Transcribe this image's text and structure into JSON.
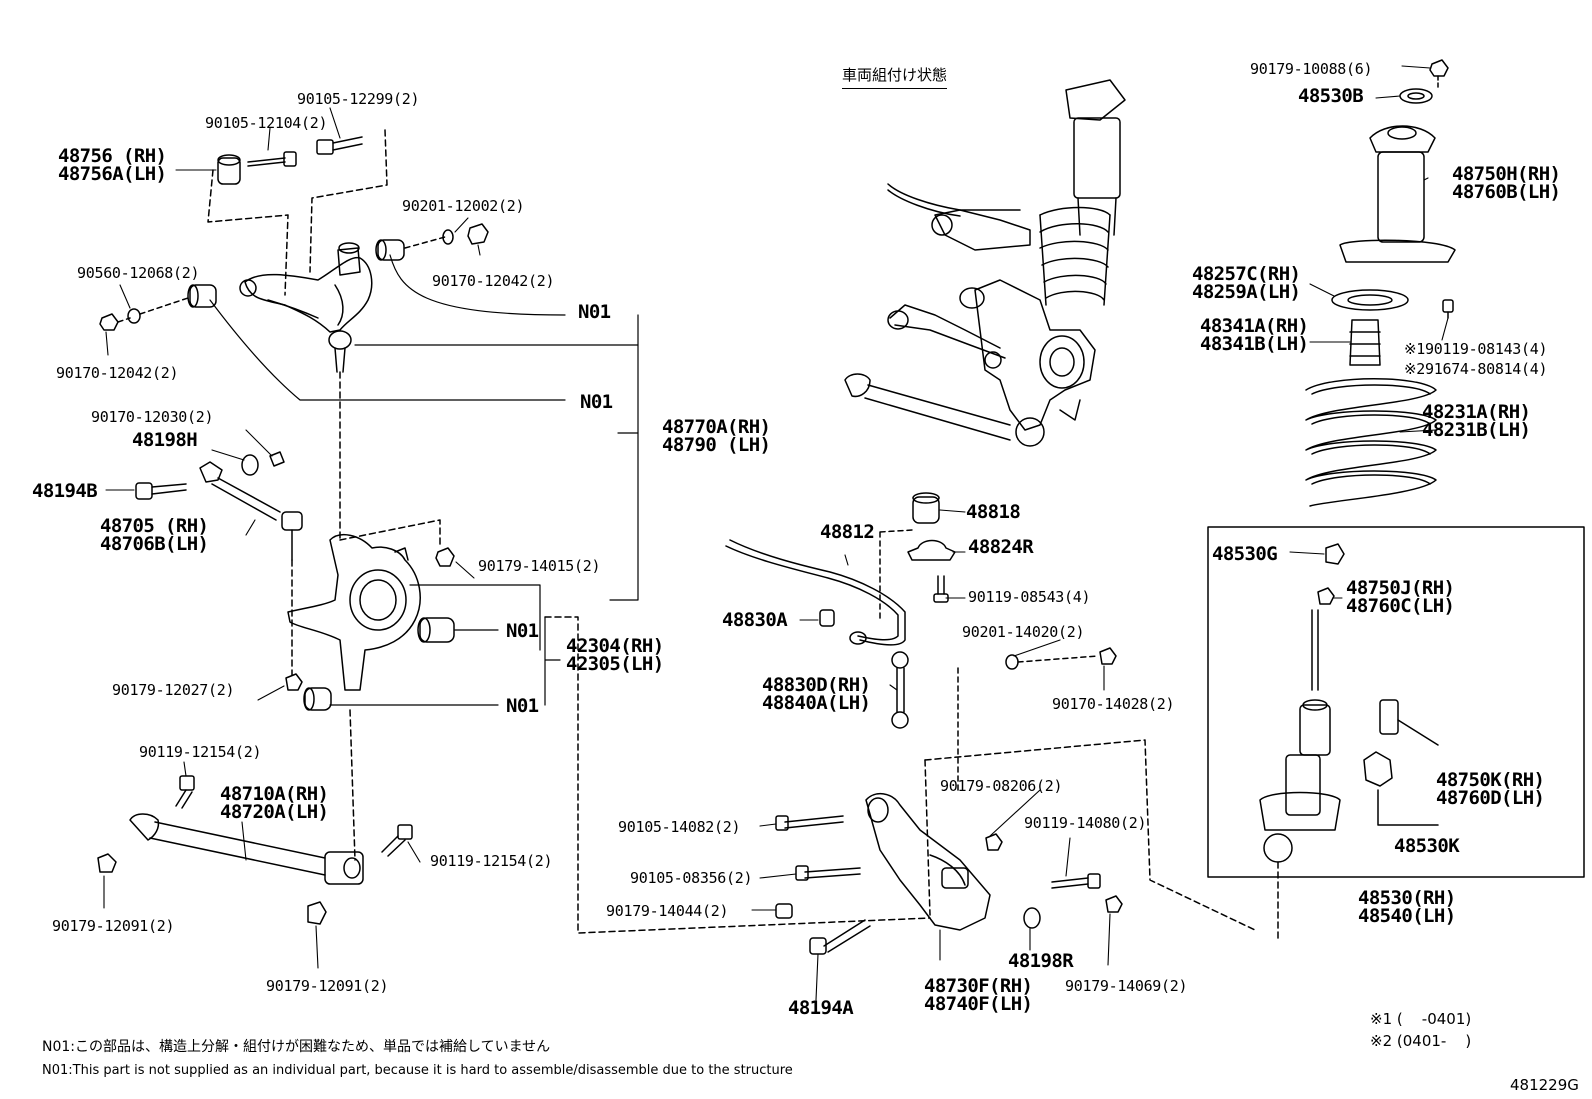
{
  "title": "車両組付け状態",
  "labels": {
    "p90105_12299": "90105-12299(2)",
    "p90105_12104": "90105-12104(2)",
    "p48756": "48756 (RH)",
    "p48756a": "48756A(LH)",
    "p90201_12002": "90201-12002(2)",
    "p90560_12068": "90560-12068(2)",
    "p90170_12042_r": "90170-12042(2)",
    "p90170_12042_l": "90170-12042(2)",
    "n01_a": "N01",
    "n01_b": "N01",
    "p48770a": "48770A(RH)",
    "p48790": "48790 (LH)",
    "p90170_12030": "90170-12030(2)",
    "p48198h": "48198H",
    "p48194b": "48194B",
    "p48705": "48705 (RH)",
    "p48706b": "48706B(LH)",
    "p90179_14015": "90179-14015(2)",
    "n01_c": "N01",
    "n01_d": "N01",
    "p42304": "42304(RH)",
    "p42305": "42305(LH)",
    "p90179_12027": "90179-12027(2)",
    "p90119_12154_a": "90119-12154(2)",
    "p48710a": "48710A(RH)",
    "p48720a": "48720A(LH)",
    "p90119_12154_b": "90119-12154(2)",
    "p90179_12091_a": "90179-12091(2)",
    "p90179_12091_b": "90179-12091(2)",
    "p48818": "48818",
    "p48812": "48812",
    "p48824r": "48824R",
    "p90119_08543": "90119-08543(4)",
    "p48830a": "48830A",
    "p90201_14020": "90201-14020(2)",
    "p48830d": "48830D(RH)",
    "p48840a": "48840A(LH)",
    "p90170_14028": "90170-14028(2)",
    "p90179_08206": "90179-08206(2)",
    "p90105_14082": "90105-14082(2)",
    "p90119_14080": "90119-14080(2)",
    "p90105_08356": "90105-08356(2)",
    "p90179_14044": "90179-14044(2)",
    "p48198r": "48198R",
    "p48730f": "48730F(RH)",
    "p48740f": "48740F(LH)",
    "p48194a": "48194A",
    "p90179_14069": "90179-14069(2)",
    "p90179_10088": "90179-10088(6)",
    "p48530b": "48530B",
    "p48750h": "48750H(RH)",
    "p48760b": "48760B(LH)",
    "p48257c": "48257C(RH)",
    "p48259a": "48259A(LH)",
    "p48341a": "48341A(RH)",
    "p48341b": "48341B(LH)",
    "p90119_08143": "※190119-08143(4)",
    "p91674_80814": "※291674-80814(4)",
    "p48231a": "48231A(RH)",
    "p48231b": "48231B(LH)",
    "p48530g": "48530G",
    "p48750j": "48750J(RH)",
    "p48760c": "48760C(LH)",
    "p48750k": "48750K(RH)",
    "p48760d": "48760D(LH)",
    "p48530k": "48530K",
    "p48530": "48530(RH)",
    "p48540": "48540(LH)"
  },
  "footnotes": {
    "jp": "N01:この部品は、構造上分解・組付けが困難なため、単品では補給していません",
    "en": "N01:This part is not supplied as an individual part, because it is hard to assemble/disassemble due to the structure",
    "mark1": "※1 (    -0401)",
    "mark2": "※2 (0401-    )",
    "ref": "481229G"
  }
}
